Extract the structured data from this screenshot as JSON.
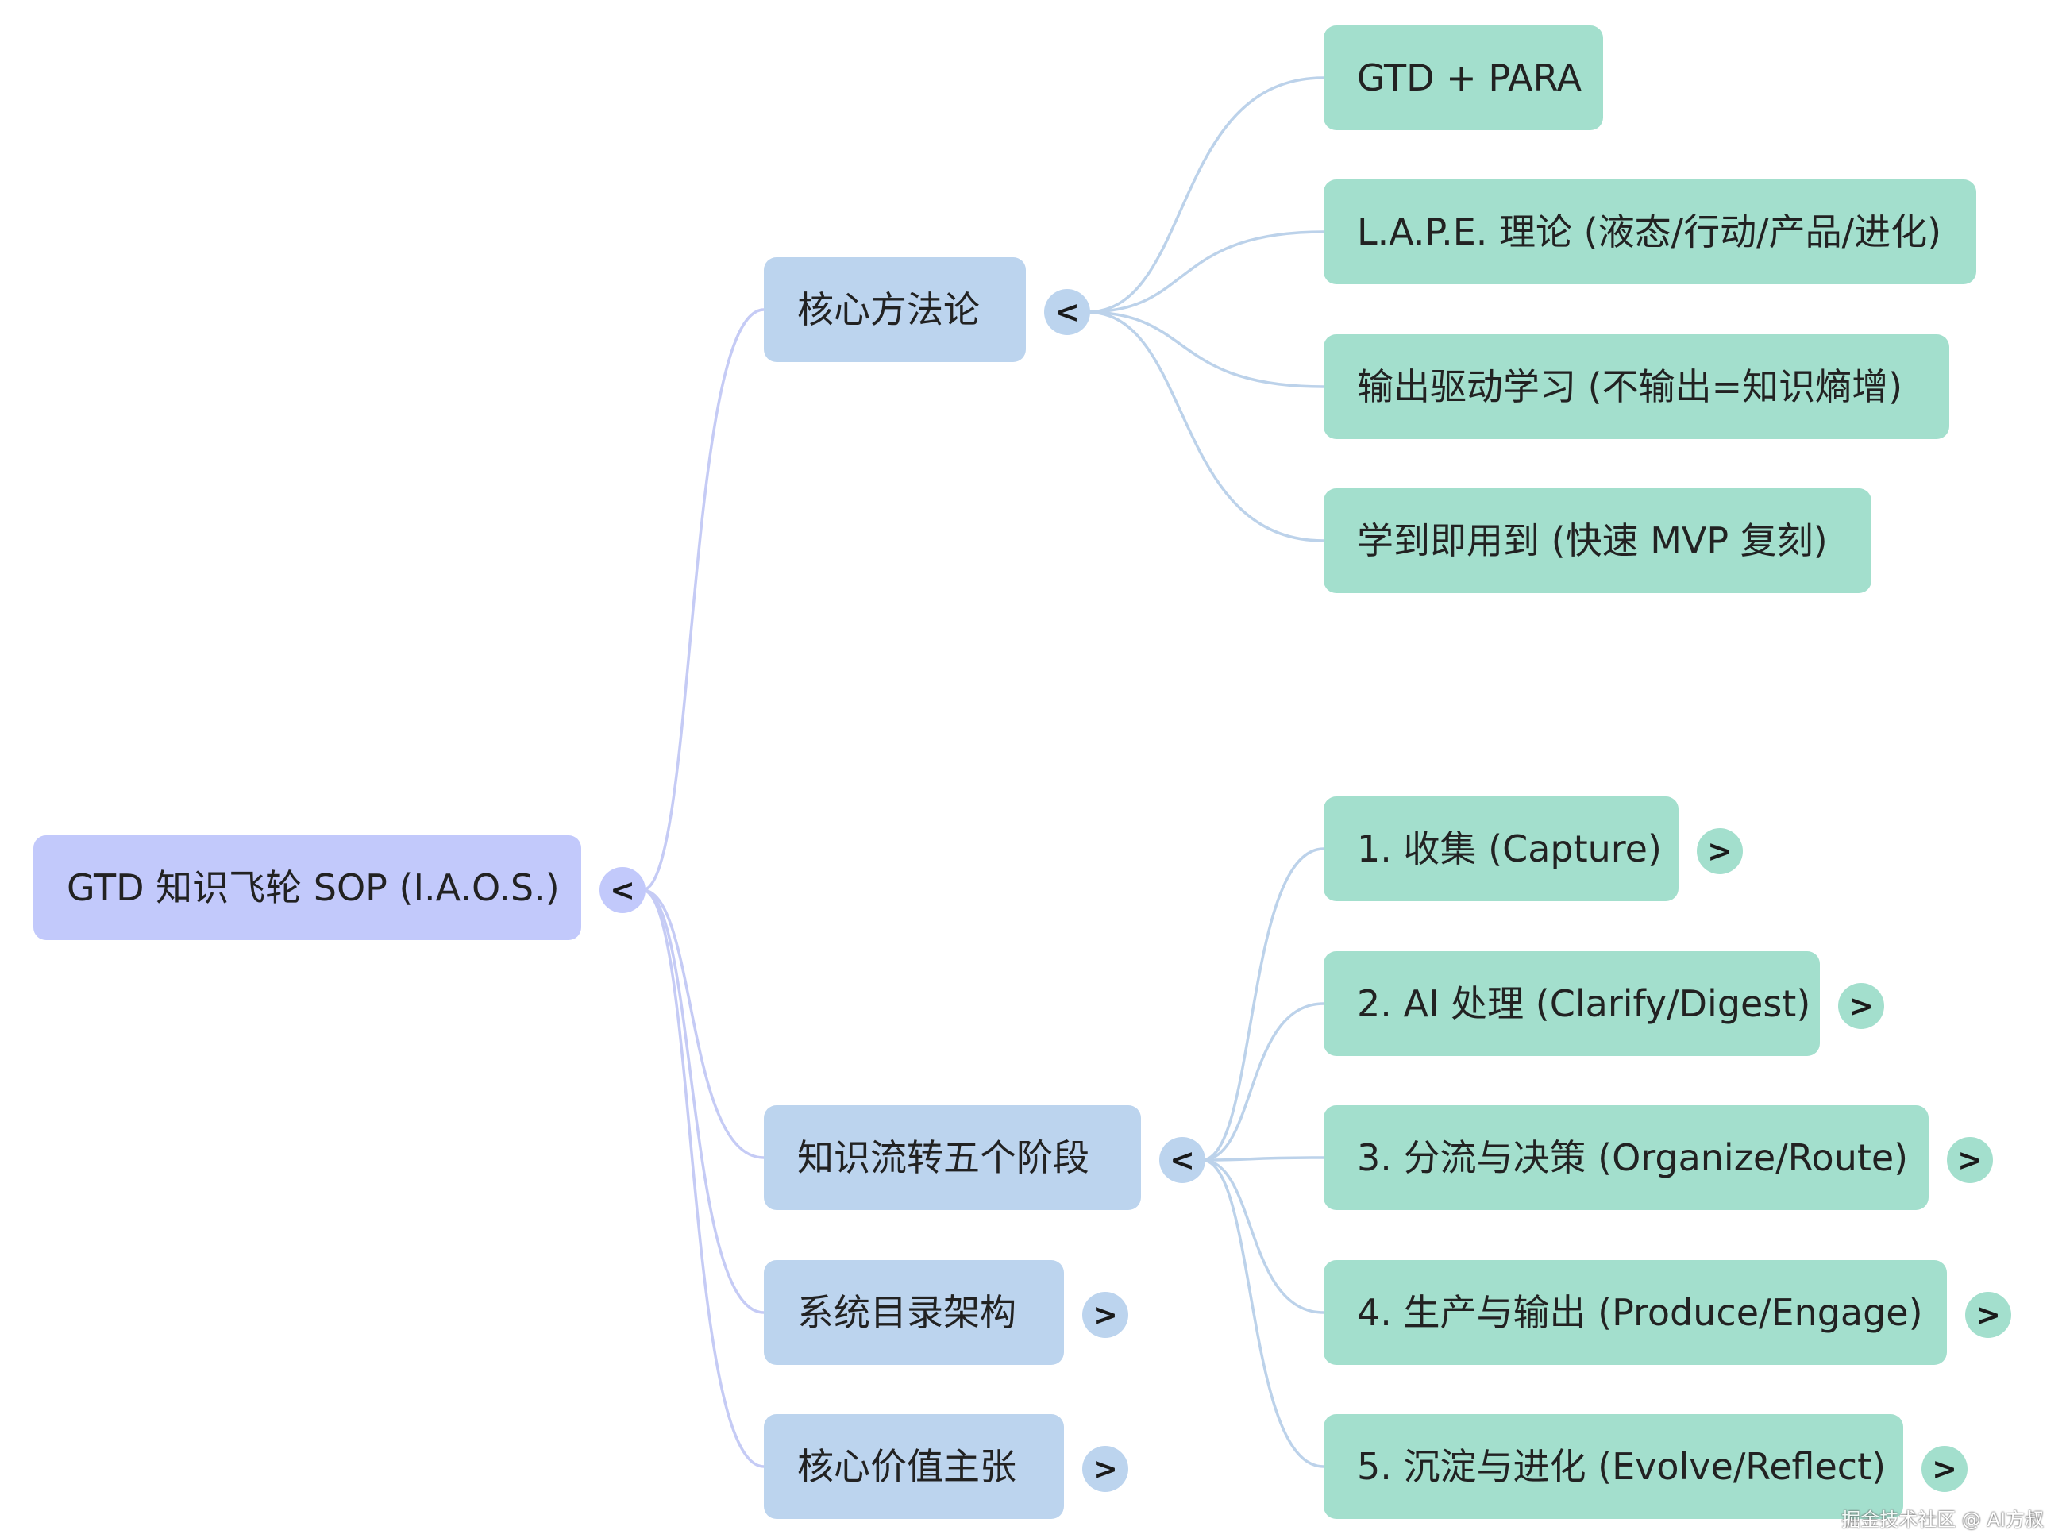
{
  "colors": {
    "root_fill": "#c2c9fb",
    "root_toggle": "#c2c9fb",
    "level1_fill": "#bcd4ee",
    "level1_toggle": "#bcd4ee",
    "level2_fill": "#a3dfcd",
    "level2_toggle": "#a3dfcd",
    "edge_root": "#c5cbf5",
    "edge_level1": "#bcd2ea"
  },
  "root": {
    "label": "GTD 知识飞轮 SOP (I.A.O.S.)",
    "toggle": "<"
  },
  "branches": [
    {
      "label": "核心方法论",
      "toggle": "<",
      "children": [
        {
          "label": "GTD + PARA"
        },
        {
          "label": "L.A.P.E. 理论 (液态/行动/产品/进化)"
        },
        {
          "label": "输出驱动学习 (不输出=知识熵增)"
        },
        {
          "label": "学到即用到 (快速 MVP 复刻)"
        }
      ]
    },
    {
      "label": "知识流转五个阶段",
      "toggle": "<",
      "children": [
        {
          "label": "1. 收集 (Capture)",
          "toggle": ">"
        },
        {
          "label": "2. AI 处理 (Clarify/Digest)",
          "toggle": ">"
        },
        {
          "label": "3. 分流与决策 (Organize/Route)",
          "toggle": ">"
        },
        {
          "label": "4. 生产与输出 (Produce/Engage)",
          "toggle": ">"
        },
        {
          "label": "5. 沉淀与进化 (Evolve/Reflect)",
          "toggle": ">"
        }
      ]
    },
    {
      "label": "系统目录架构",
      "toggle": ">",
      "children": []
    },
    {
      "label": "核心价值主张",
      "toggle": ">",
      "children": []
    }
  ],
  "watermark": "掘金技术社区 @ AI方叔"
}
